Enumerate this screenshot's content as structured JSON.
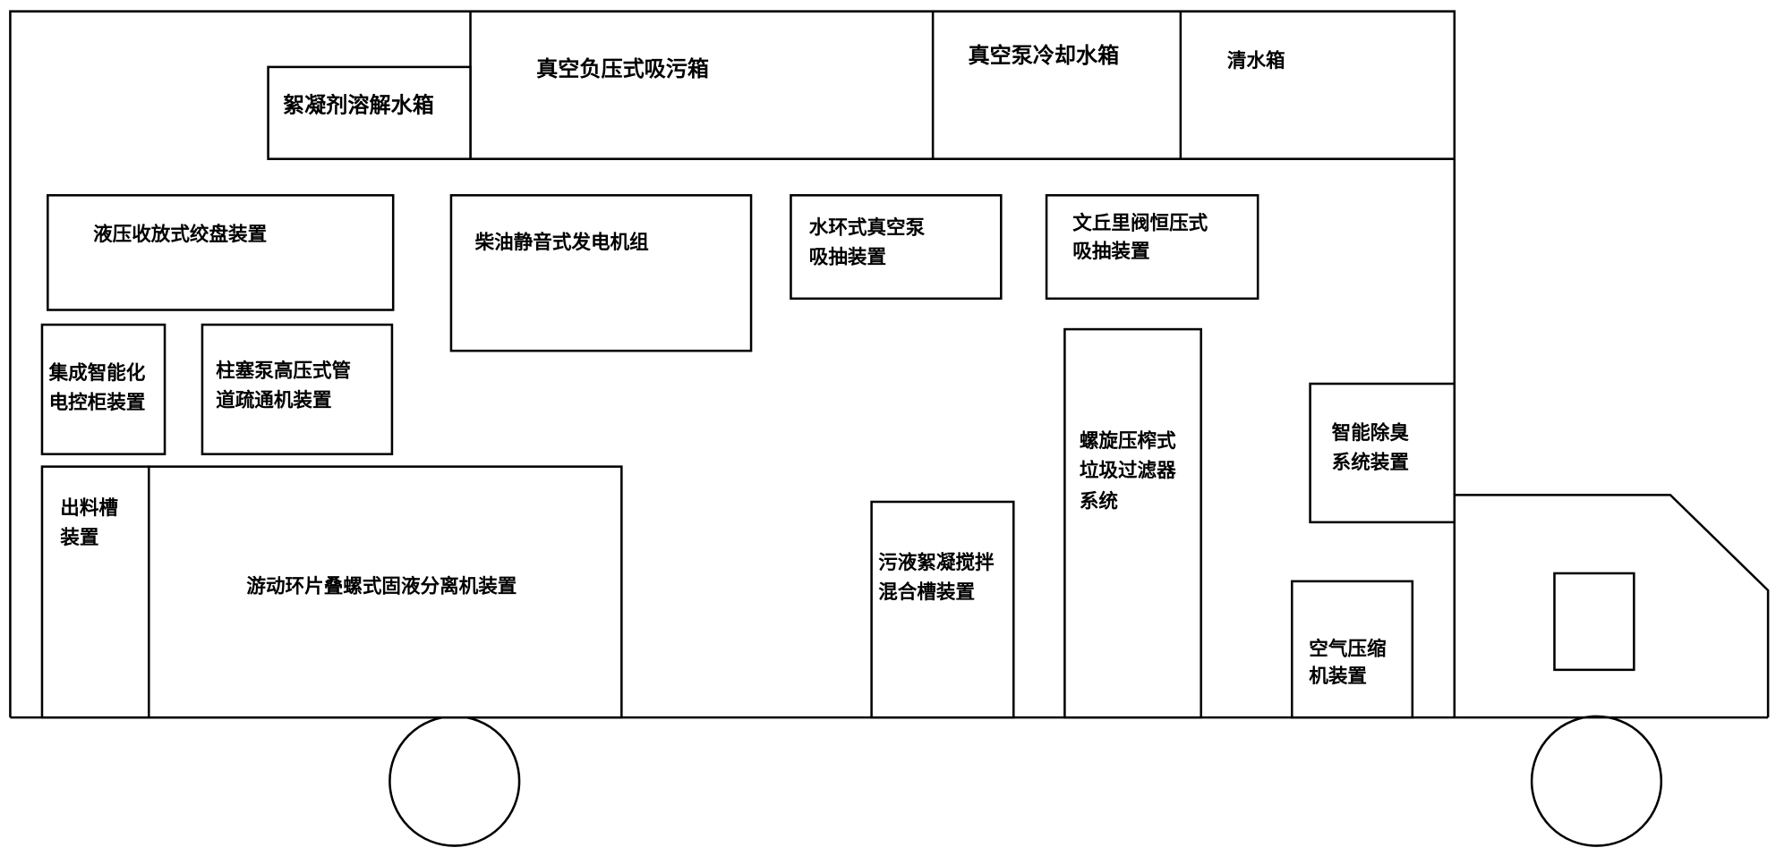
{
  "diagram": {
    "top": {
      "flocculant_tank": "絮凝剂溶解水箱",
      "vacuum_sewage_tank": "真空负压式吸污箱",
      "pump_cooling_tank": "真空泵冷却水箱",
      "clean_water_tank": "清水箱"
    },
    "units": {
      "hydraulic_reel": [
        "液压收放式绞盘装置"
      ],
      "diesel_generator": [
        "柴油静音式发电机组"
      ],
      "water_ring_pump": [
        "水环式真空泵",
        "吸抽装置"
      ],
      "venturi_valve": [
        "文丘里阀恒压式",
        "吸抽装置"
      ],
      "control_cabinet": [
        "集成智能化",
        "电控柜装置"
      ],
      "plunger_pump": [
        "柱塞泵高压式管",
        "道疏通机装置"
      ],
      "discharge_trough": [
        "出料槽",
        "装置"
      ],
      "screw_separator": [
        "游动环片叠螺式固液分离机装置"
      ],
      "mixing_tank": [
        "污液絮凝搅拌",
        "混合槽装置"
      ],
      "screw_press_filter": [
        "螺旋压榨式",
        "垃圾过滤器",
        "系统"
      ],
      "deodorizer": [
        "智能除臭",
        "系统装置"
      ],
      "air_compressor": [
        "空气压缩",
        "机装置"
      ]
    }
  }
}
